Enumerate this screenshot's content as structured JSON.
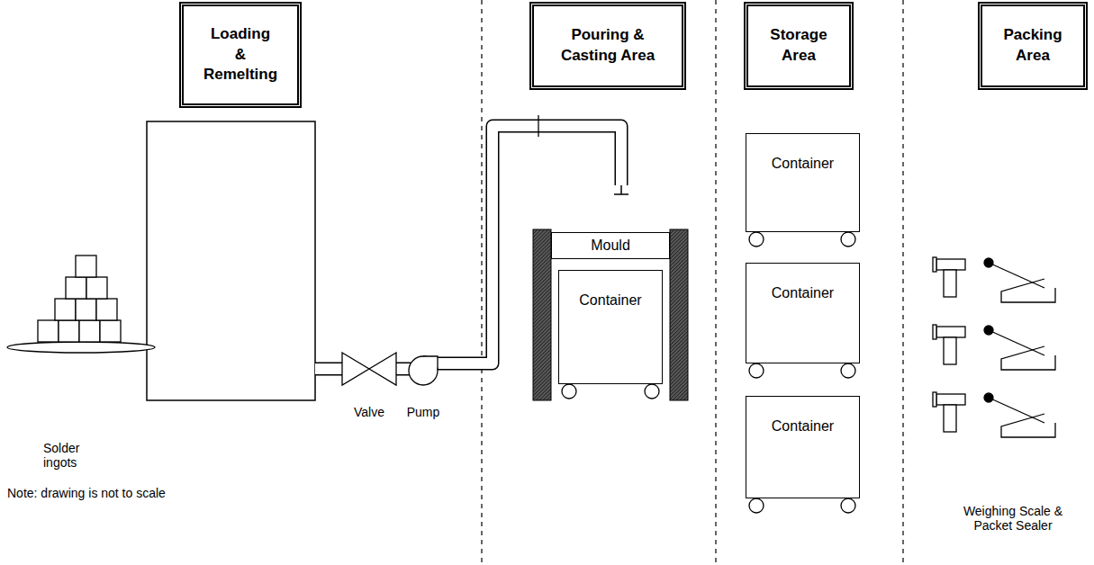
{
  "diagram": {
    "nodes": [
      {
        "text": [
          "Loading & Remelting"
        ]
      },
      {
        "text": [
          "Pouring & Casting Area"
        ]
      },
      {
        "text": [
          "Storage Area"
        ]
      },
      {
        "text": [
          "Packing Area"
        ]
      },
      {
        "text": [
          "Mould"
        ]
      },
      {
        "text": [
          "Container"
        ]
      },
      {
        "text": [
          "Container"
        ]
      },
      {
        "text": [
          "Container"
        ]
      },
      {
        "text": [
          "Container"
        ]
      }
    ],
    "labels": [
      "Solder ingots",
      "Valve",
      "Pump",
      "Note: drawing is not to scale",
      "Weighing Scale & Packet Sealer"
    ]
  }
}
